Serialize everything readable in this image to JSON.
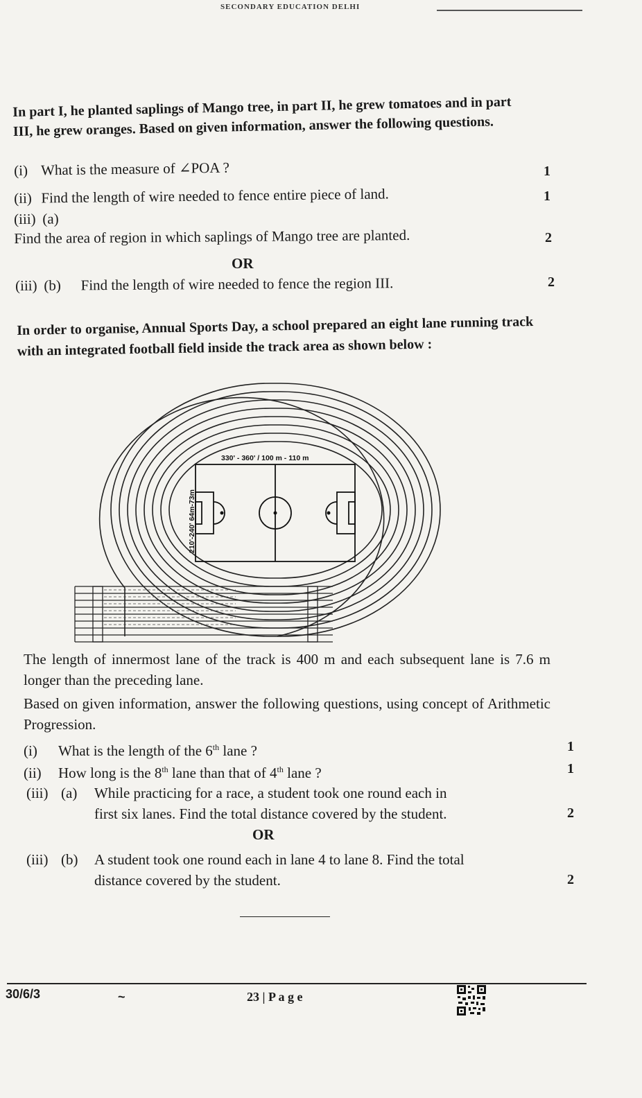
{
  "header": {
    "text": "SECONDARY EDUCATION DELHI"
  },
  "q1": {
    "intro": "In part I, he planted saplings of Mango tree, in part II, he grew tomatoes and in part III, he grew oranges. Based on given information, answer the following questions.",
    "items": [
      {
        "num": "(i)",
        "sub": "",
        "text": "What is the measure of ∠POA ?",
        "marks": "1"
      },
      {
        "num": "(ii)",
        "sub": "",
        "text": "Find the length of wire needed to fence entire piece of land.",
        "marks": "1"
      },
      {
        "num": "(iii)",
        "sub": "(a)",
        "text": "Find the area of region in which saplings of Mango tree are planted.",
        "marks": "2"
      }
    ],
    "or": "OR",
    "alt": {
      "num": "(iii)",
      "sub": "(b)",
      "text": "Find the length of wire needed to fence the region III.",
      "marks": "2"
    }
  },
  "q2": {
    "intro": "In order to organise, Annual Sports Day, a school prepared an eight lane running track with an integrated football field inside the track area as shown below :",
    "figure": {
      "field_length_label": "330' - 360' / 100 m - 110 m",
      "field_width_label": "210'-240' 64m-73m"
    },
    "para1": "The length of innermost lane of the track is 400 m and each subsequent lane is 7.6 m longer than the preceding lane.",
    "para2": "Based on given information, answer the following questions, using concept of Arithmetic Progression.",
    "items": [
      {
        "num": "(i)",
        "pre": "What is the length of the 6",
        "sup": "th",
        "post": " lane ?",
        "marks": "1"
      },
      {
        "num": "(ii)",
        "pre": "How long is the 8",
        "sup": "th",
        "mid": " lane than that of 4",
        "sup2": "th",
        "post": " lane ?",
        "marks": "1"
      }
    ],
    "iii_a": {
      "num": "(iii)",
      "sub": "(a)",
      "line1": "While practicing for a race, a student took one round each in",
      "line2": "first six lanes. Find the total distance covered by the student.",
      "marks": "2"
    },
    "or": "OR",
    "iii_b": {
      "num": "(iii)",
      "sub": "(b)",
      "line1": "A student took one round each in lane 4 to lane 8. Find the total",
      "line2": "distance covered by the student.",
      "marks": "2"
    }
  },
  "footer": {
    "code": "30/6/3",
    "tilde": "~",
    "page": "23 | P a g e"
  }
}
